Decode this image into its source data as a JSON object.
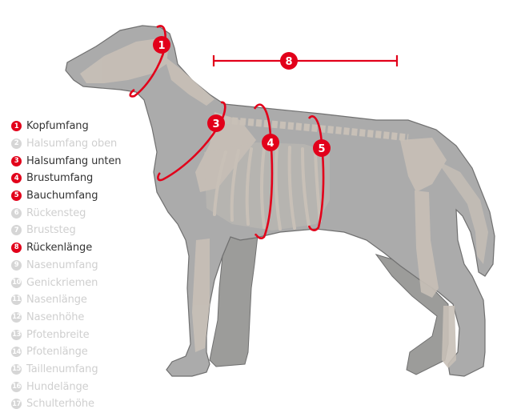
{
  "colors": {
    "accent": "#e2001a",
    "inactive": "#d6d6d6",
    "text_active": "#333333",
    "text_inactive": "#cfcfcf",
    "dog_body": "#ababab",
    "dog_far_legs": "#9c9c9a",
    "dog_outline": "#707070",
    "bone": "#c8c0b7"
  },
  "legend": {
    "items": [
      {
        "number": "1",
        "label": "Kopfumfang",
        "active": true
      },
      {
        "number": "2",
        "label": "Halsumfang oben",
        "active": false
      },
      {
        "number": "3",
        "label": "Halsumfang unten",
        "active": true
      },
      {
        "number": "4",
        "label": "Brustumfang",
        "active": true
      },
      {
        "number": "5",
        "label": "Bauchumfang",
        "active": true
      },
      {
        "number": "6",
        "label": "Rückensteg",
        "active": false
      },
      {
        "number": "7",
        "label": "Bruststeg",
        "active": false
      },
      {
        "number": "8",
        "label": "Rückenlänge",
        "active": true
      },
      {
        "number": "9",
        "label": "Nasenumfang",
        "active": false
      },
      {
        "number": "10",
        "label": "Genickriemen",
        "active": false
      },
      {
        "number": "11",
        "label": "Nasenlänge",
        "active": false
      },
      {
        "number": "12",
        "label": "Nasenhöhe",
        "active": false
      },
      {
        "number": "13",
        "label": "Pfotenbreite",
        "active": false
      },
      {
        "number": "14",
        "label": "Pfotenlänge",
        "active": false
      },
      {
        "number": "15",
        "label": "Taillenumfang",
        "active": false
      },
      {
        "number": "16",
        "label": "Hundelänge",
        "active": false
      },
      {
        "number": "17",
        "label": "Schulterhöhe",
        "active": false
      }
    ]
  },
  "markers": {
    "m1": {
      "number": "1",
      "name": "Kopfumfang"
    },
    "m3": {
      "number": "3",
      "name": "Halsumfang unten"
    },
    "m4": {
      "number": "4",
      "name": "Brustumfang"
    },
    "m5": {
      "number": "5",
      "name": "Bauchumfang"
    },
    "m8": {
      "number": "8",
      "name": "Rückenlänge"
    }
  }
}
